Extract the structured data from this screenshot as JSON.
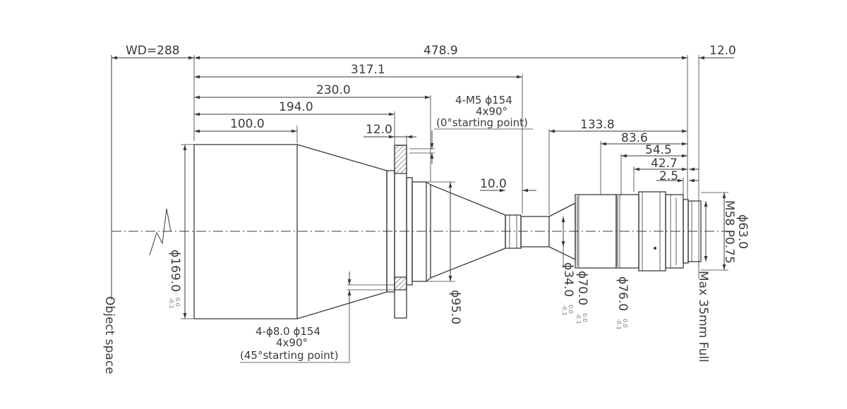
{
  "dimensions": {
    "wd": "WD=288",
    "total": "478.9",
    "back": "12.0",
    "d317": "317.1",
    "d230": "230.0",
    "d194": "194.0",
    "d100": "100.0",
    "flange": "12.0",
    "d133": "133.8",
    "d83": "83.6",
    "d54": "54.5",
    "d42": "42.7",
    "d2_5": "2.5",
    "d10": "10.0"
  },
  "diameters": {
    "d169": "ϕ169.0",
    "d169_tol_up": "0.0",
    "d169_tol_dn": "-0.1",
    "d95": "ϕ95.0",
    "d34": "ϕ34.0",
    "d34_tol_up": "0.0",
    "d34_tol_dn": "-0.1",
    "d70": "ϕ70.0",
    "d70_tol_up": "0.0",
    "d70_tol_dn": "-0.1",
    "d76": "ϕ76.0",
    "d76_tol_up": "0.0",
    "d76_tol_dn": "-0.1",
    "d63": "ϕ63.0",
    "mount": "M58 P0.75"
  },
  "notes": {
    "top_line1": "4-M5 ϕ154",
    "top_line2": "4x90°",
    "top_line3": "(0°starting point)",
    "bottom_line1": "4-ϕ8.0  ϕ154",
    "bottom_line2": "4x90°",
    "bottom_line3": "(45°starting point)",
    "object_space": "Object space",
    "sensor": "Max 35mm Full"
  }
}
